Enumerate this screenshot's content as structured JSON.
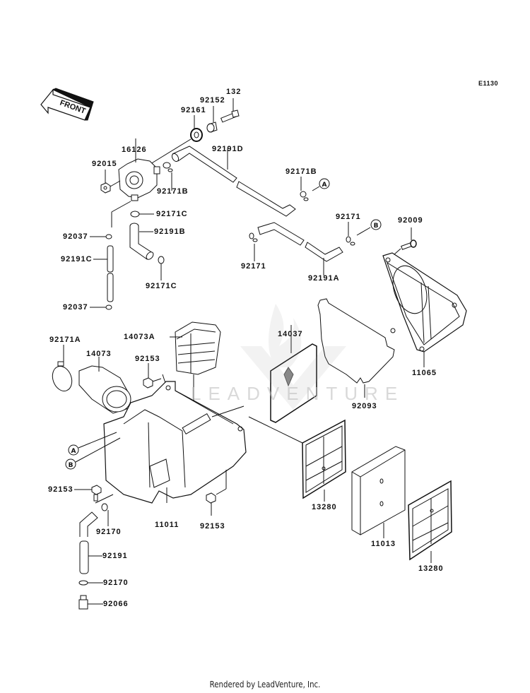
{
  "diagram": {
    "code": "E1130",
    "front_label": "FRONT",
    "footer": "Rendered by LeadVenture, Inc.",
    "watermark": "LEADVENTURE",
    "callout_a": "A",
    "callout_b": "B",
    "labels": {
      "p132": "132",
      "p92152": "92152",
      "p92161": "92161",
      "p16126": "16126",
      "p92015": "92015",
      "p92191D": "92191D",
      "p92171B_1": "92171B",
      "p92171B_2": "92171B",
      "p92171C_1": "92171C",
      "p92191B": "92191B",
      "p92171C_2": "92171C",
      "p92037_1": "92037",
      "p92191C": "92191C",
      "p92037_2": "92037",
      "p92171_1": "92171",
      "p92171_2": "92171",
      "p92191A": "92191A",
      "p92009": "92009",
      "p11065": "11065",
      "p92093": "92093",
      "p14037": "14037",
      "p14073A": "14073A",
      "p92171A": "92171A",
      "p14073": "14073",
      "p92153_1": "92153",
      "p92153_2": "92153",
      "p92153_3": "92153",
      "p11011": "11011",
      "p92170_1": "92170",
      "p92191": "92191",
      "p92170_2": "92170",
      "p92066": "92066",
      "p13280_1": "13280",
      "p13280_2": "13280",
      "p11013": "11013"
    }
  }
}
